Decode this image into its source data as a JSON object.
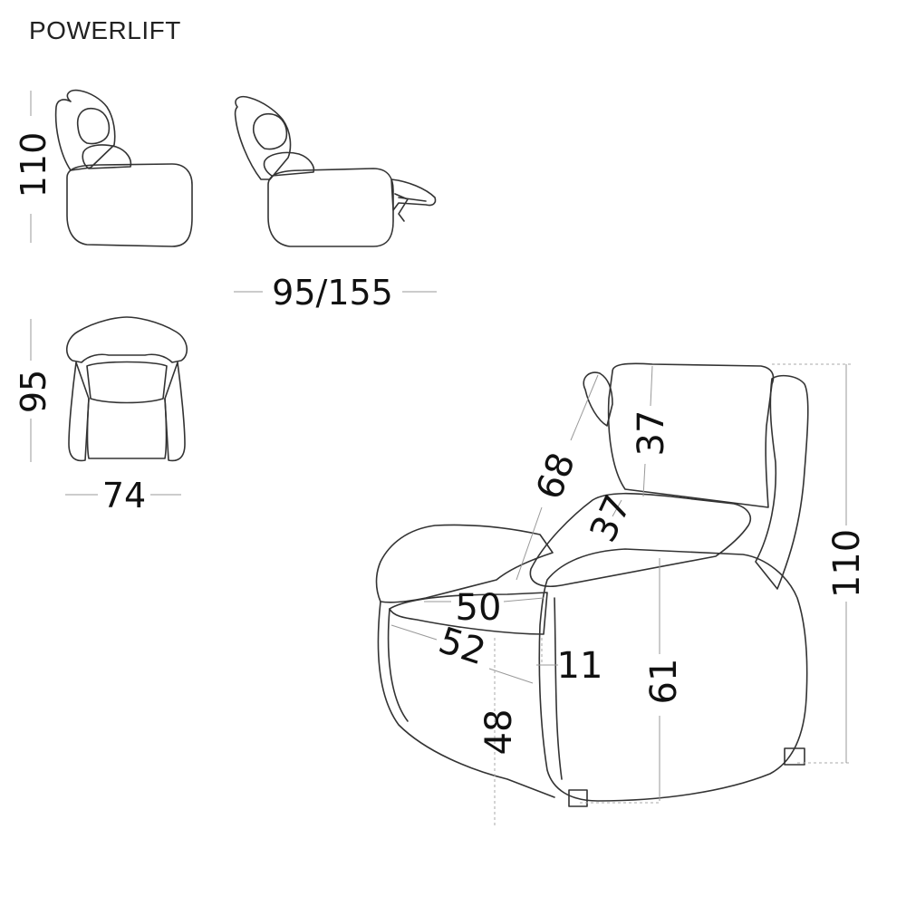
{
  "title": "POWERLIFT",
  "side_view": {
    "height": "110"
  },
  "reclined_view": {
    "length": "95/155"
  },
  "front_view": {
    "height": "95",
    "width": "74"
  },
  "detail_view": {
    "headrest_height": "37",
    "back_height": "68",
    "cushion_height": "37",
    "total_height": "110",
    "seat_depth_top": "50",
    "seat_depth": "52",
    "cushion_thickness": "11",
    "arm_height": "61",
    "seat_height": "48"
  }
}
